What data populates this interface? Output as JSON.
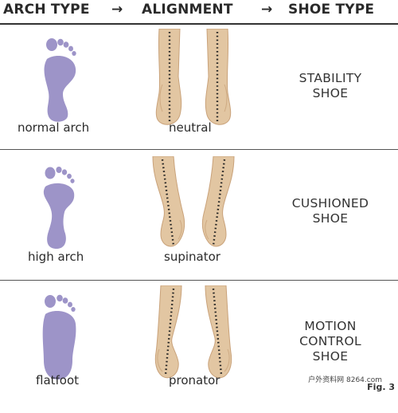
{
  "header": {
    "arch_type": "ARCH TYPE",
    "arrow1": "→",
    "alignment": "ALIGNMENT",
    "arrow2": "→",
    "shoe_type": "SHOE TYPE"
  },
  "rows": [
    {
      "arch": "normal arch",
      "alignment": "neutral",
      "shoe_line1": "STABILITY",
      "shoe_line2": "SHOE",
      "shoe_line3": ""
    },
    {
      "arch": "high arch",
      "alignment": "supinator",
      "shoe_line1": "CUSHIONED",
      "shoe_line2": "SHOE",
      "shoe_line3": ""
    },
    {
      "arch": "flatfoot",
      "alignment": "pronator",
      "shoe_line1": "MOTION",
      "shoe_line2": "CONTROL",
      "shoe_line3": "SHOE"
    }
  ],
  "footer": {
    "watermark": "户外资料网 8264.com",
    "fig": "Fig. 3"
  },
  "colors": {
    "footprint": "#9d94c8",
    "skin": "#e2c6a2",
    "skin_shadow": "#c9a27a",
    "divider": "#333333"
  }
}
